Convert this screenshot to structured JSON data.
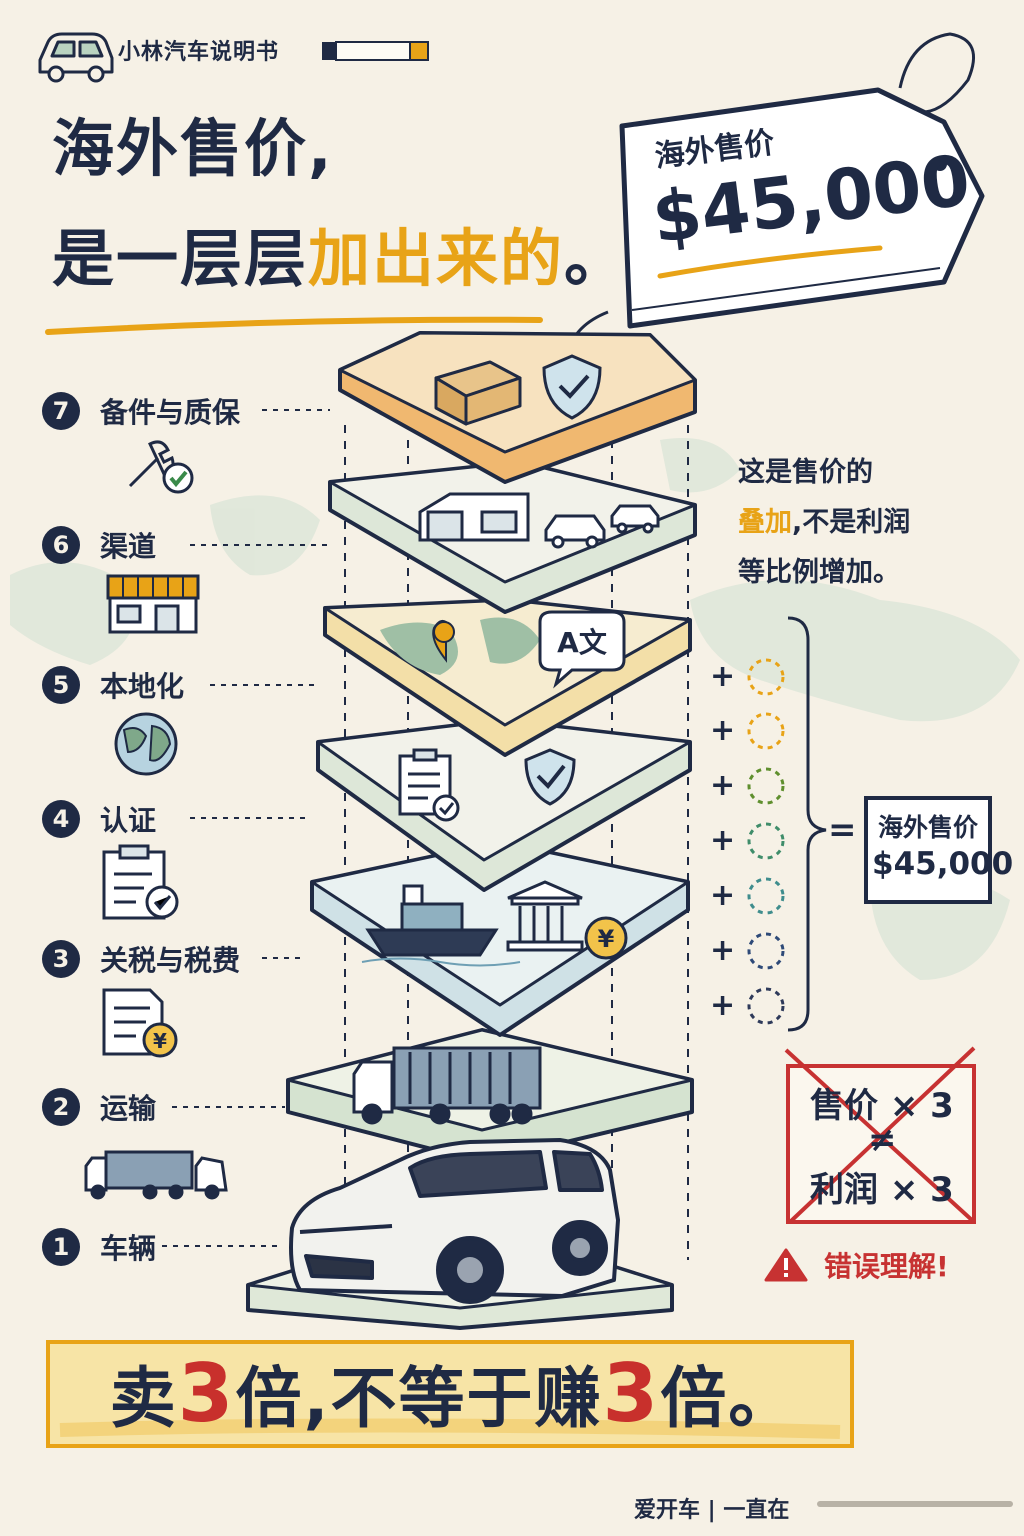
{
  "brand": "小林汽车说明书",
  "title": {
    "line1": "海外售价,",
    "line2_prefix": "是一层层",
    "line2_accent": "加出来的",
    "line2_suffix": "。"
  },
  "price_tag": {
    "label": "海外售价",
    "price": "$45,000"
  },
  "layers": [
    {
      "number": "7",
      "name": "备件与质保",
      "icon": "wrench-check-icon"
    },
    {
      "number": "6",
      "name": "渠道",
      "icon": "storefront-icon"
    },
    {
      "number": "5",
      "name": "本地化",
      "icon": "globe-icon"
    },
    {
      "number": "4",
      "name": "认证",
      "icon": "clipboard-check-icon"
    },
    {
      "number": "3",
      "name": "关税与税费",
      "icon": "tax-document-icon"
    },
    {
      "number": "2",
      "name": "运输",
      "icon": "truck-icon"
    },
    {
      "number": "1",
      "name": "车辆",
      "icon": "car-icon"
    }
  ],
  "note": {
    "line1": "这是售价的",
    "line2_accent": "叠加",
    "line2_rest": ",不是利润",
    "line3": "等比例增加。"
  },
  "sum": {
    "plus": "+",
    "equals": "=",
    "label": "海外售价",
    "price": "$45,000"
  },
  "misconception": {
    "line1": "售价 × 3",
    "neq": "≠",
    "line2": "利润 × 3",
    "warning": "错误理解!"
  },
  "slogan": {
    "p1": "卖",
    "n1": "3",
    "p2": "倍,不等于赚",
    "n2": "3",
    "p3": "倍。"
  },
  "footer": "爱开车 | 一直在",
  "colors": {
    "ink": "#1f2a44",
    "background": "#f6f1e6",
    "orange": "#e8a317",
    "red": "#c8302c",
    "green": "#7fa88a",
    "teal": "#3f8d8d"
  }
}
